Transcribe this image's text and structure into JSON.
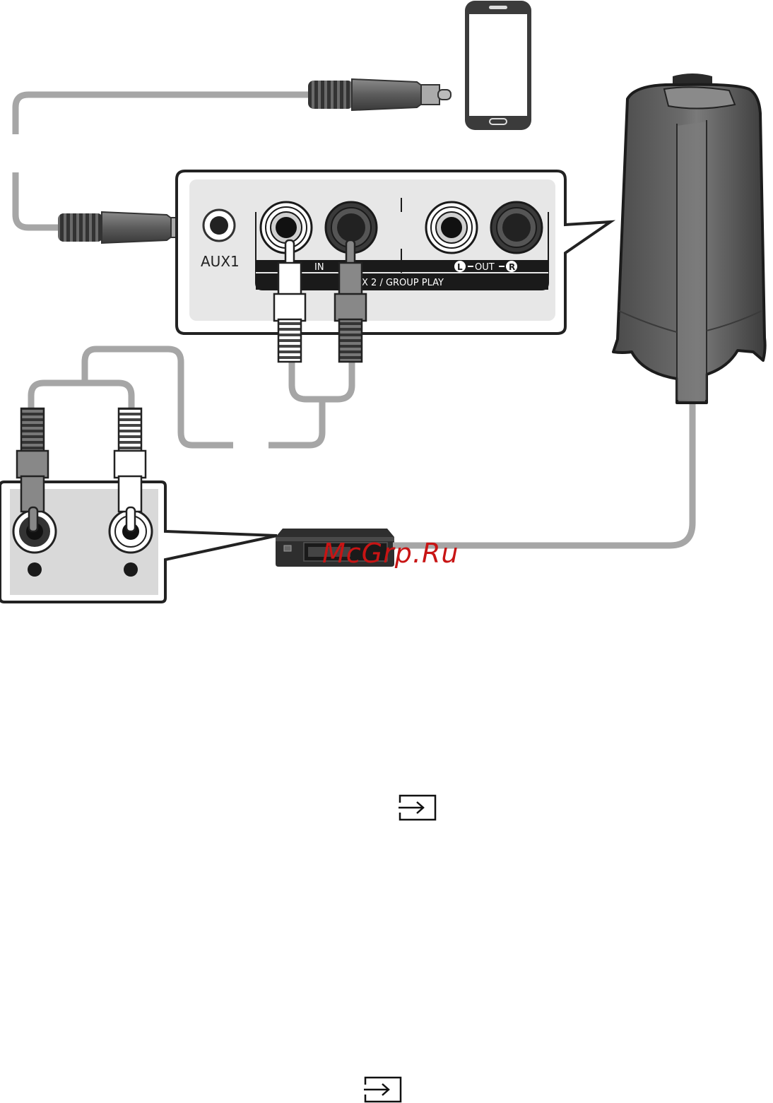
{
  "panel": {
    "aux1_label": "AUX1",
    "in_label": "IN",
    "out_label": "OUT",
    "left_marker": "L",
    "right_marker": "R",
    "group_label": "X 2 / GROUP PLAY"
  },
  "watermark": "McGrp.Ru",
  "icons": [
    "source-icon",
    "source-icon"
  ],
  "colors": {
    "cable": "#a6a6a6",
    "speaker_body": "#5b5b5b",
    "label_bar": "#1a1a1a",
    "watermark": "#c81414"
  }
}
